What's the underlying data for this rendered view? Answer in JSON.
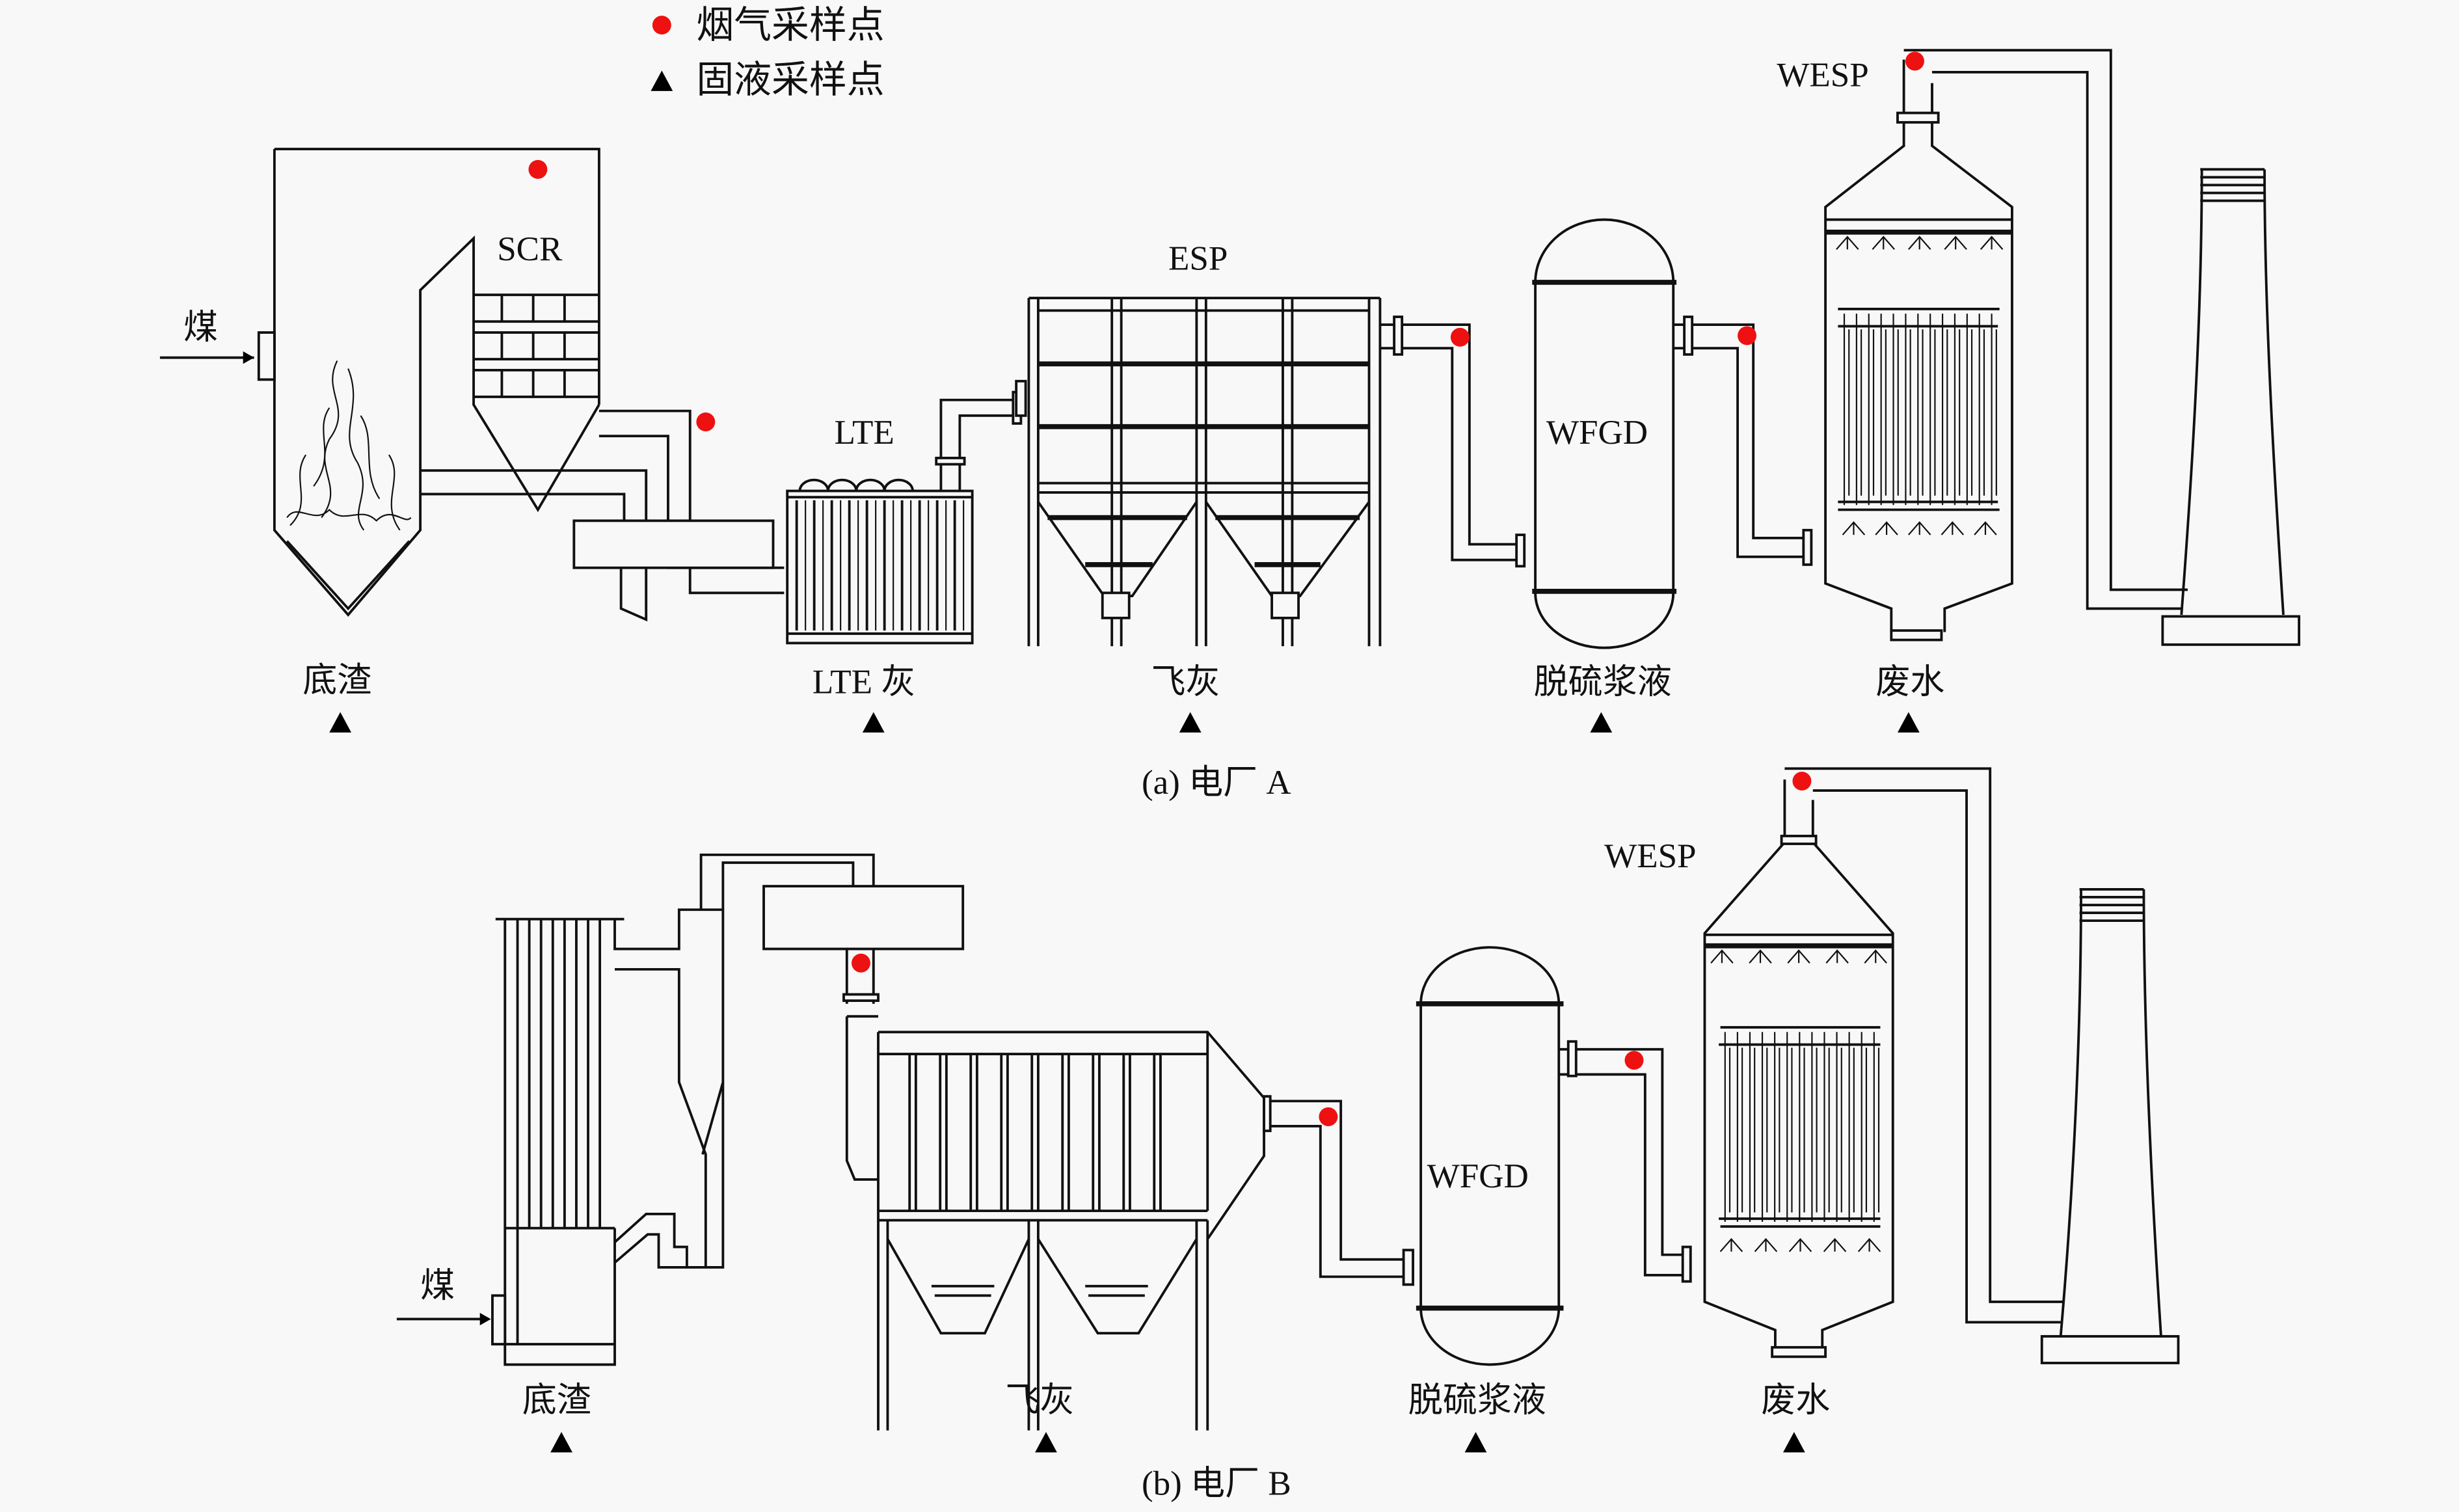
{
  "legend": {
    "gas_sampling_point": {
      "label": "烟气采样点",
      "marker": "red-dot",
      "color": "#ee1111"
    },
    "solid_liquid_sampling_point": {
      "label": "固液采样点",
      "marker": "black-triangle",
      "color": "#000000"
    }
  },
  "plant_a": {
    "caption": "(a) 电厂 A",
    "coal_input": "煤",
    "equipment": {
      "scr": "SCR",
      "lte": "LTE",
      "esp": "ESP",
      "wfgd": "WFGD",
      "wesp": "WESP"
    },
    "samples": [
      "底渣",
      "LTE 灰",
      "飞灰",
      "脱硫浆液",
      "废水"
    ],
    "gas_sampling_points_count": 5
  },
  "plant_b": {
    "caption": "(b) 电厂 B",
    "coal_input": "煤",
    "equipment": {
      "wfgd": "WFGD",
      "wesp": "WESP"
    },
    "samples": [
      "底渣",
      "飞灰",
      "脱硫浆液",
      "废水"
    ],
    "gas_sampling_points_count": 4
  }
}
